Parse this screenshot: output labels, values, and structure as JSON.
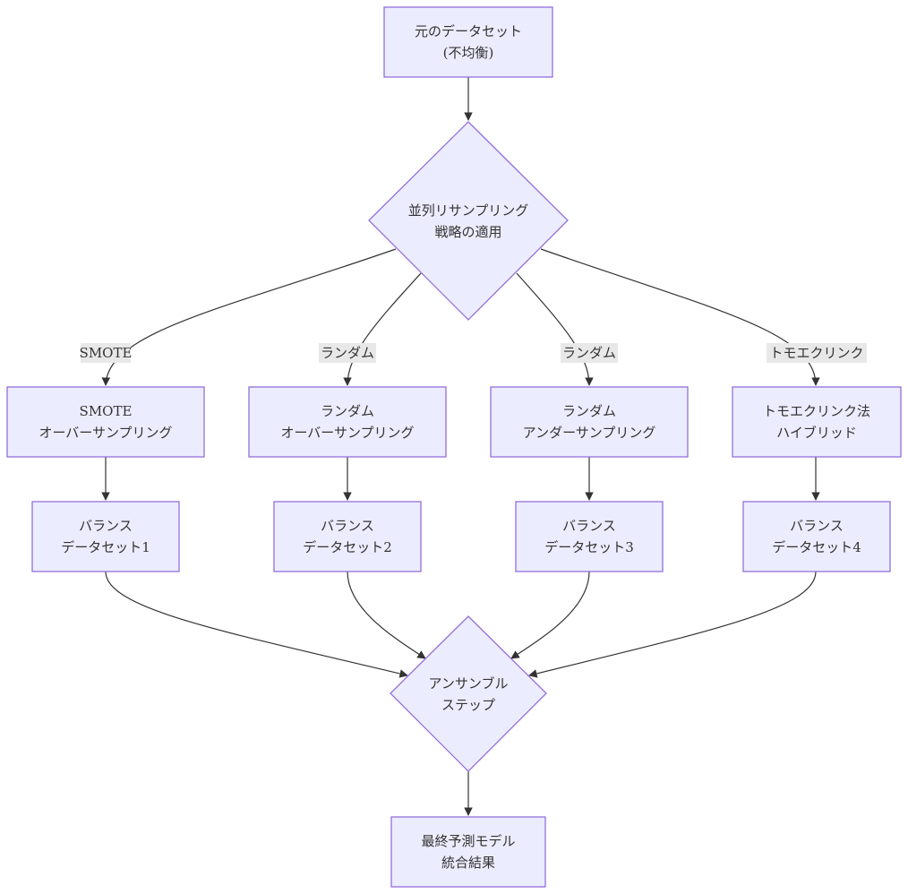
{
  "nodes": {
    "source": [
      "元のデータセット",
      "(不均衡)"
    ],
    "strategy": [
      "並列リサンプリング",
      "戦略の適用"
    ],
    "smote": [
      "SMOTE",
      "オーバーサンプリング"
    ],
    "rand_over": [
      "ランダム",
      "オーバーサンプリング"
    ],
    "rand_under": [
      "ランダム",
      "アンダーサンプリング"
    ],
    "tomek": [
      "トモエクリンク法",
      "ハイブリッド"
    ],
    "bal1": [
      "バランス",
      "データセット1"
    ],
    "bal2": [
      "バランス",
      "データセット2"
    ],
    "bal3": [
      "バランス",
      "データセット3"
    ],
    "bal4": [
      "バランス",
      "データセット4"
    ],
    "ensemble": [
      "アンサンブル",
      "ステップ"
    ],
    "final": [
      "最終予測モデル",
      "統合結果"
    ]
  },
  "edge_labels": {
    "smote": "SMOTE",
    "rand_over": "ランダム",
    "rand_under": "ランダム",
    "tomek": "トモエクリンク"
  }
}
